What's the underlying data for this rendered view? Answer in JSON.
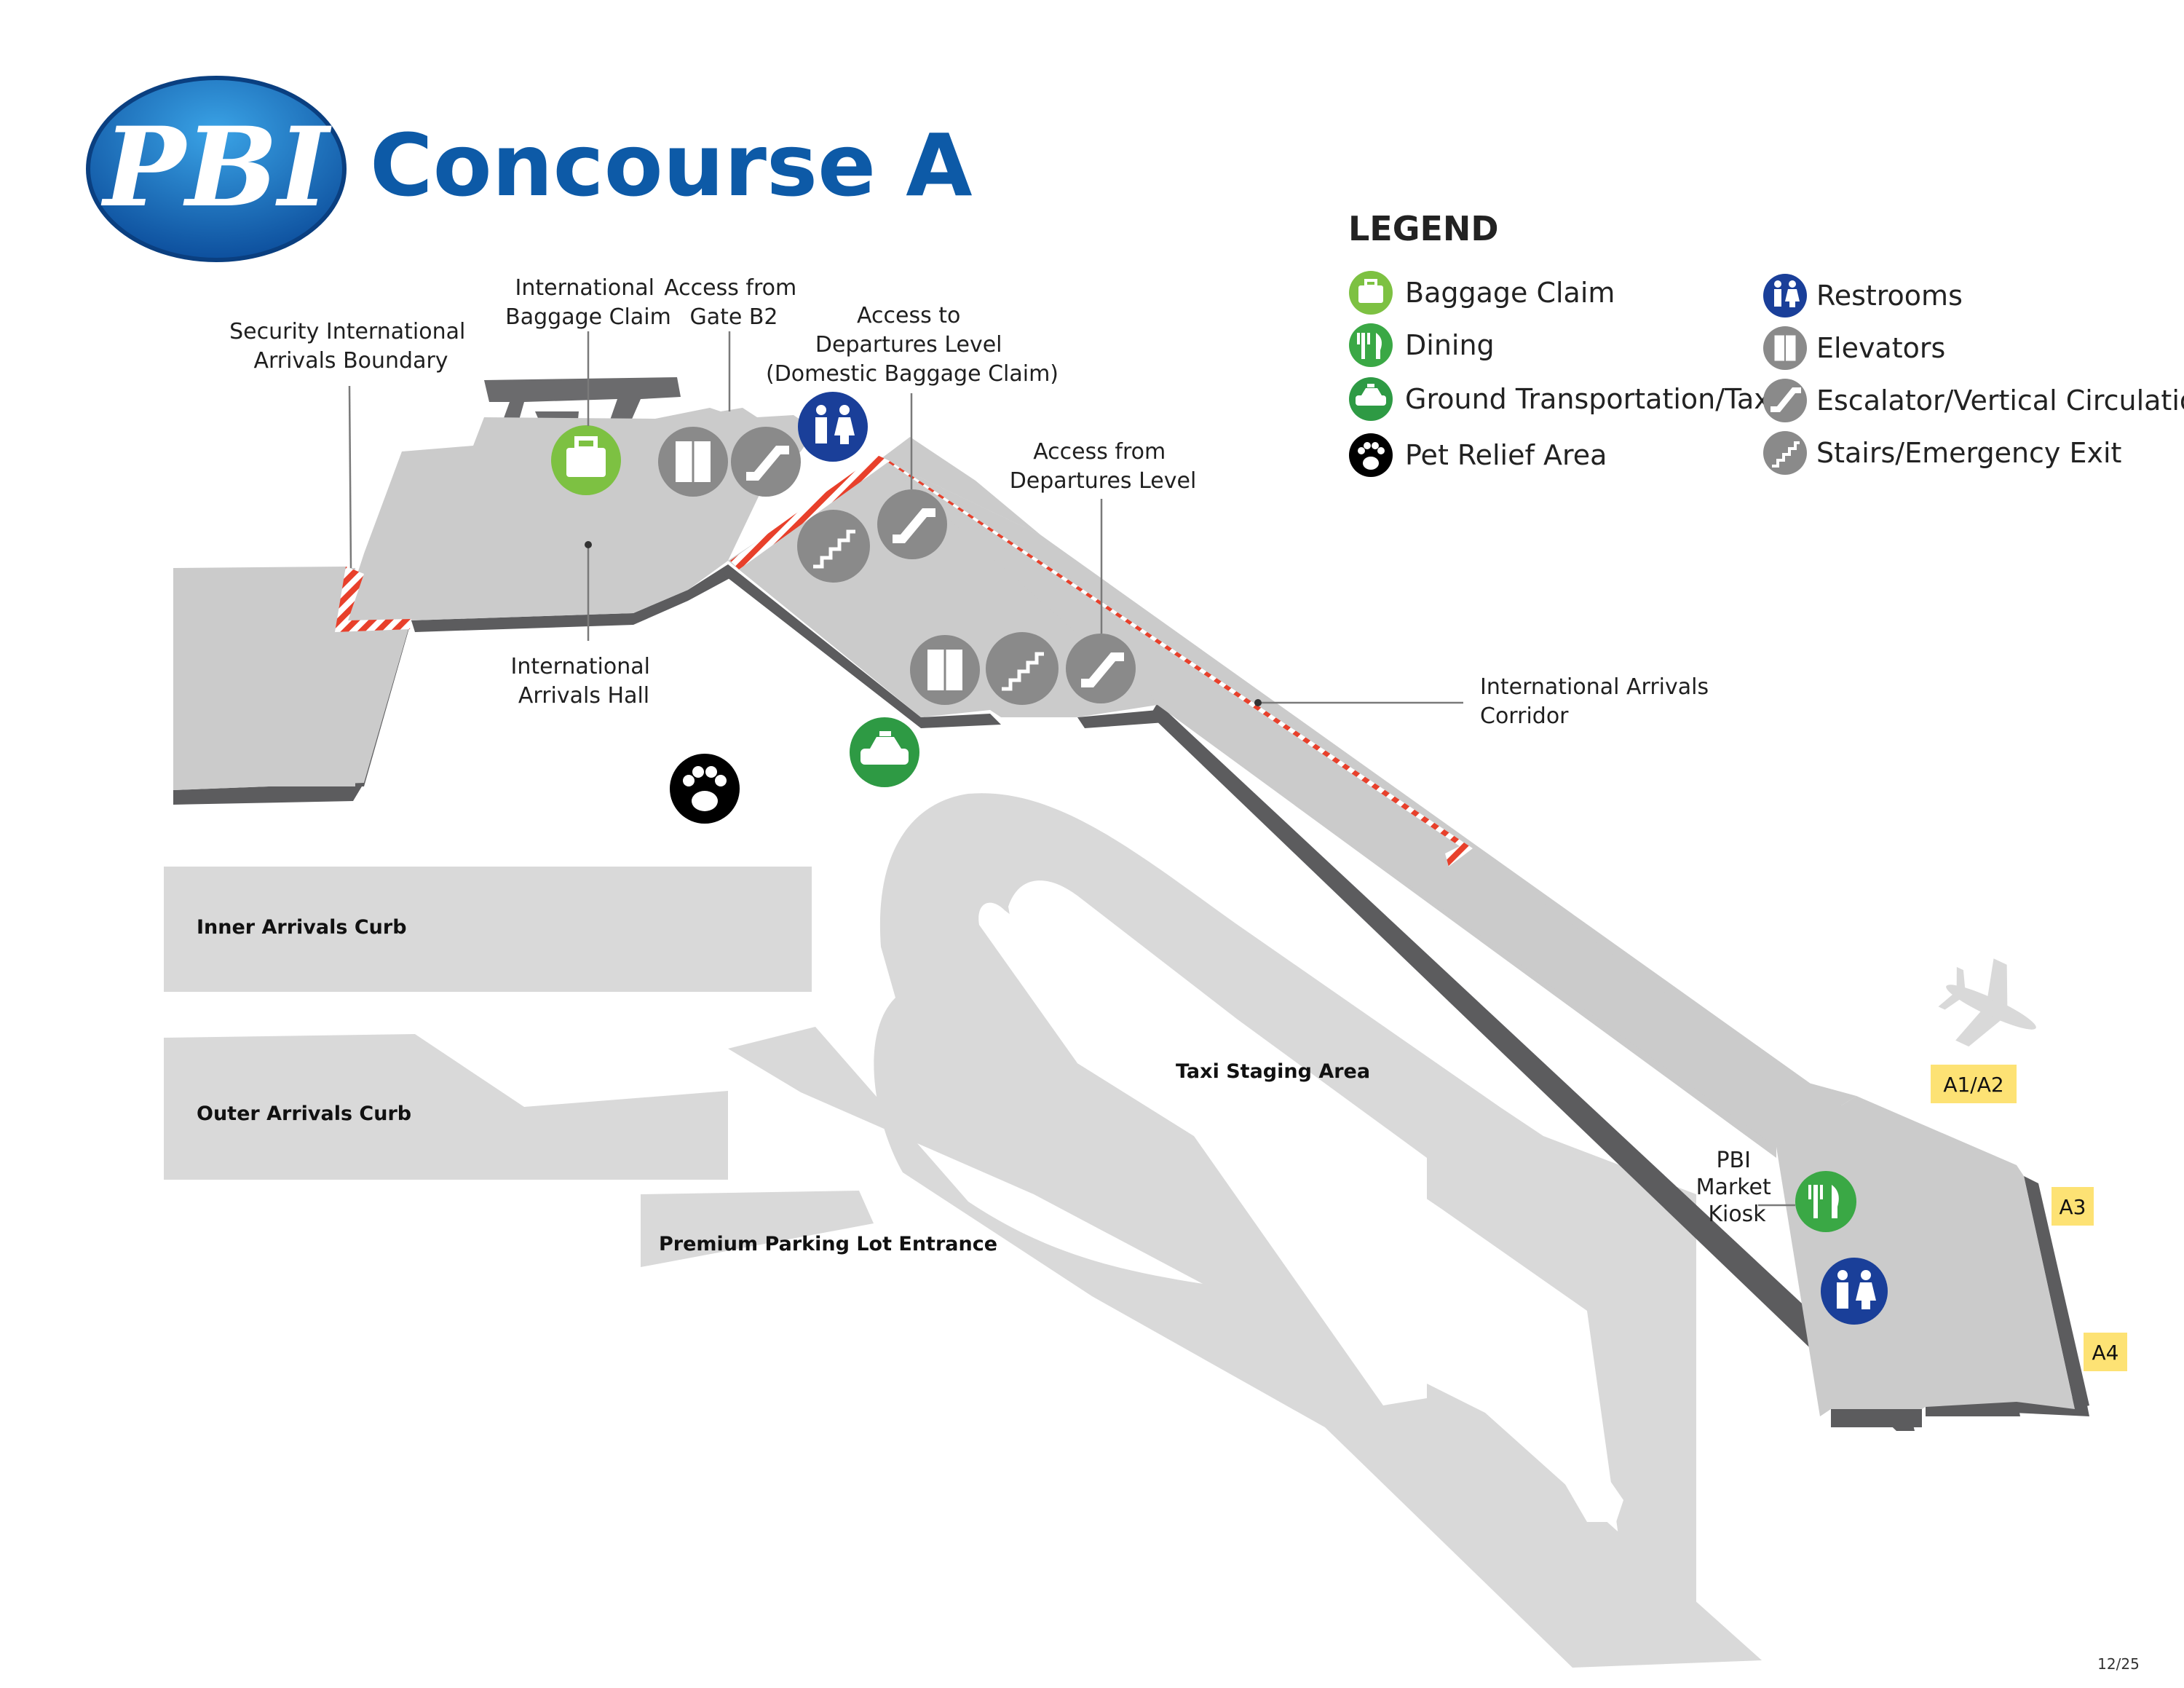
{
  "header": {
    "logo_text": "PBI",
    "title": "Concourse A"
  },
  "legend": {
    "heading": "LEGEND",
    "items": [
      {
        "label": "Baggage Claim",
        "icon": "baggage-claim-icon",
        "color": "#7dc142"
      },
      {
        "label": "Dining",
        "icon": "dining-icon",
        "color": "#3aa845"
      },
      {
        "label": "Ground Transportation/Taxi",
        "icon": "taxi-icon",
        "color": "#2e9a44"
      },
      {
        "label": "Pet Relief Area",
        "icon": "paw-icon",
        "color": "#000000"
      },
      {
        "label": "Restrooms",
        "icon": "restroom-icon",
        "color": "#1a3f99"
      },
      {
        "label": "Elevators",
        "icon": "elevator-icon",
        "color": "#8a8a8a"
      },
      {
        "label": "Escalator/Vertical Circulation",
        "icon": "escalator-icon",
        "color": "#8a8a8a"
      },
      {
        "label": "Stairs/Emergency Exit",
        "icon": "stairs-icon",
        "color": "#8a8a8a"
      }
    ]
  },
  "callouts": {
    "security_boundary": [
      "Security International",
      "Arrivals Boundary"
    ],
    "intl_baggage_claim": [
      "International",
      "Baggage Claim"
    ],
    "access_gate_b2": [
      "Access from",
      "Gate B2"
    ],
    "access_to_departures": [
      "Access to",
      "Departures Level",
      "(Domestic Baggage Claim)"
    ],
    "access_from_departures": [
      "Access from",
      "Departures Level"
    ],
    "intl_arrivals_hall": [
      "International",
      "Arrivals Hall"
    ],
    "intl_arrivals_corridor": [
      "International Arrivals",
      "Corridor"
    ],
    "pbi_market": [
      "PBI",
      "Market",
      "Kiosk"
    ]
  },
  "roads": {
    "inner_curb": "Inner Arrivals Curb",
    "outer_curb": "Outer Arrivals Curb",
    "taxi_staging": "Taxi Staging Area",
    "premium_parking": "Premium Parking Lot Entrance"
  },
  "gates": [
    "A1/A2",
    "A3",
    "A4"
  ],
  "page_number": "12/25",
  "colors": {
    "brand_blue": "#0d5aa7",
    "floor_gray": "#cbcbcb",
    "wall_dark": "#5c5c5e",
    "road_gray": "#d9d9d9",
    "boundary_red": "#e8402b",
    "gate_yellow": "#fde274"
  }
}
